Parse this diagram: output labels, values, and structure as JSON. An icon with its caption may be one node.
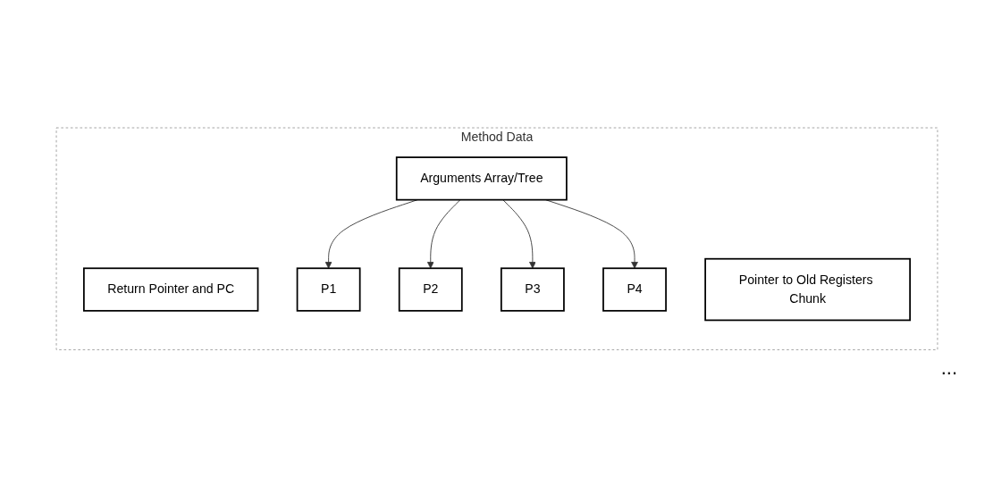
{
  "diagram": {
    "nodes": [
      {
        "text": [
          "Method Data"
        ]
      },
      {
        "text": [
          "Return Pointer and PC"
        ],
        "in": 0
      },
      {
        "text": [
          "Pointer to Old Registers Chunk"
        ],
        "in": 0
      },
      {
        "text": [
          "Arguments Array/Tree"
        ],
        "in": 0
      },
      {
        "text": [
          "P1"
        ],
        "in": 0
      },
      {
        "text": [
          "P2"
        ],
        "in": 0
      },
      {
        "text": [
          "P3"
        ],
        "in": 0
      },
      {
        "text": [
          "P4"
        ],
        "in": 0
      }
    ],
    "edges": [
      {
        "from": 3,
        "to": 4,
        "arrow": "to"
      },
      {
        "from": 3,
        "to": 5,
        "arrow": "to"
      },
      {
        "from": 3,
        "to": 6,
        "arrow": "to"
      },
      {
        "from": 3,
        "to": 7,
        "arrow": "to"
      }
    ],
    "labels": [
      "..."
    ]
  }
}
